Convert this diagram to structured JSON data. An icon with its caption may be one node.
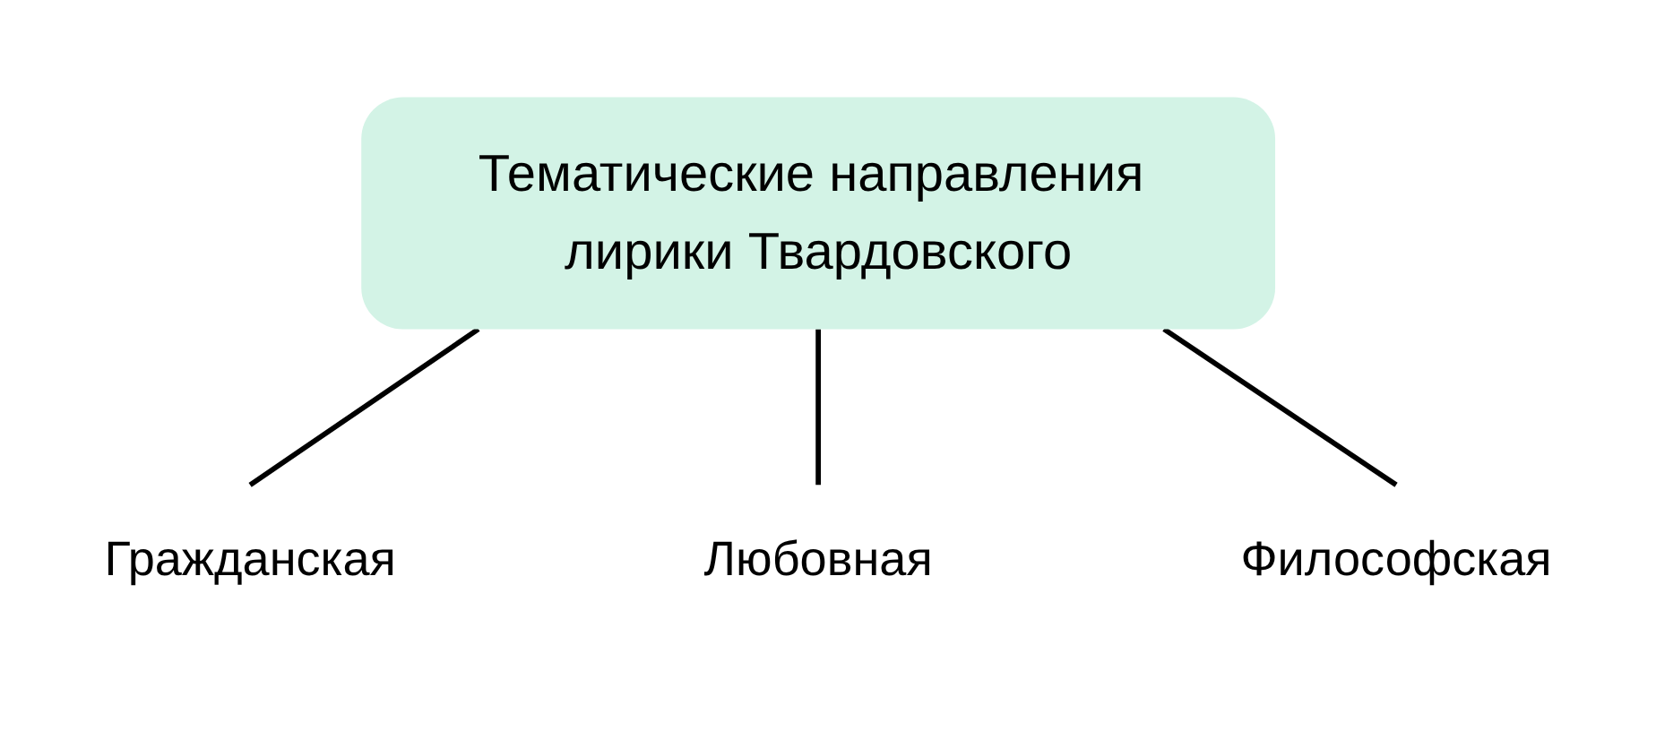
{
  "diagram": {
    "nodes": [
      {
        "text": [
          "Тематические направления лирики Твардовского"
        ]
      },
      {
        "text": [
          "Гражданская"
        ]
      },
      {
        "text": [
          "Любовная"
        ]
      },
      {
        "text": [
          "Философская"
        ]
      }
    ],
    "edges": [
      {
        "from": 0,
        "to": 1,
        "arrow": "none"
      },
      {
        "from": 0,
        "to": 2,
        "arrow": "none"
      },
      {
        "from": 0,
        "to": 3,
        "arrow": "none"
      }
    ]
  }
}
